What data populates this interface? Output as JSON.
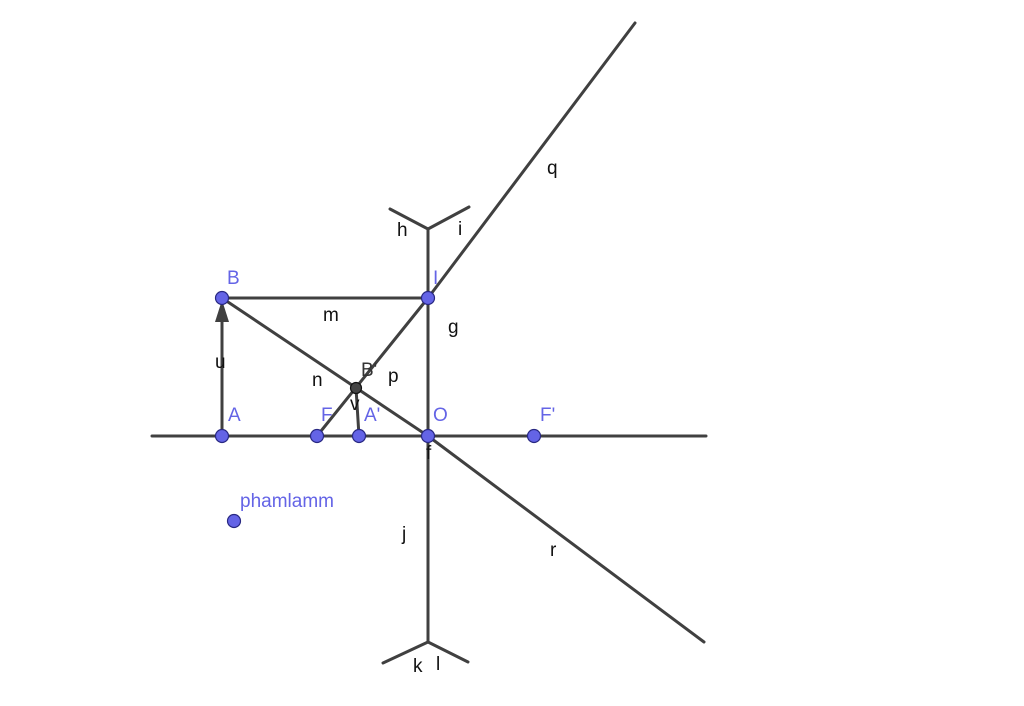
{
  "diagram": {
    "points": {
      "A": "A",
      "B": "B",
      "F": "F",
      "A_prime": "A'",
      "B_prime": "B'",
      "O": "O",
      "F_prime": "F'",
      "I": "I",
      "phamlamm": "phamlamm"
    },
    "objects": {
      "u": "u",
      "m": "m",
      "n": "n",
      "p": "p",
      "v": "v",
      "g": "g",
      "h": "h",
      "i": "i",
      "q": "q",
      "f": "f",
      "j": "j",
      "k": "k",
      "l": "l",
      "r": "r"
    },
    "colors": {
      "free_point": "#6464e6",
      "dependent_point": "#444444",
      "line": "#404040",
      "object_label": "#111111"
    }
  }
}
